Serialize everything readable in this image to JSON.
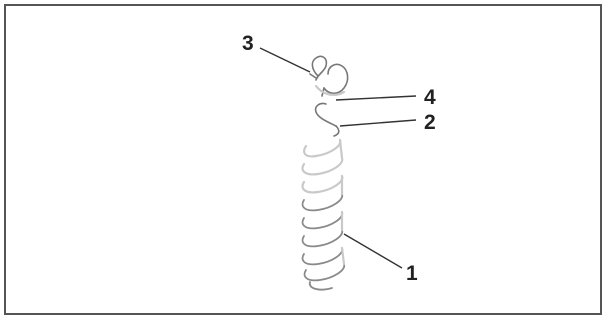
{
  "callouts": {
    "spring": "1",
    "hook": "2",
    "clip": "3",
    "cap": "4"
  },
  "colors": {
    "border": "#555555",
    "label": "#222222",
    "part_light": "#c9c9c9",
    "part_dark": "#8a8a8a"
  }
}
